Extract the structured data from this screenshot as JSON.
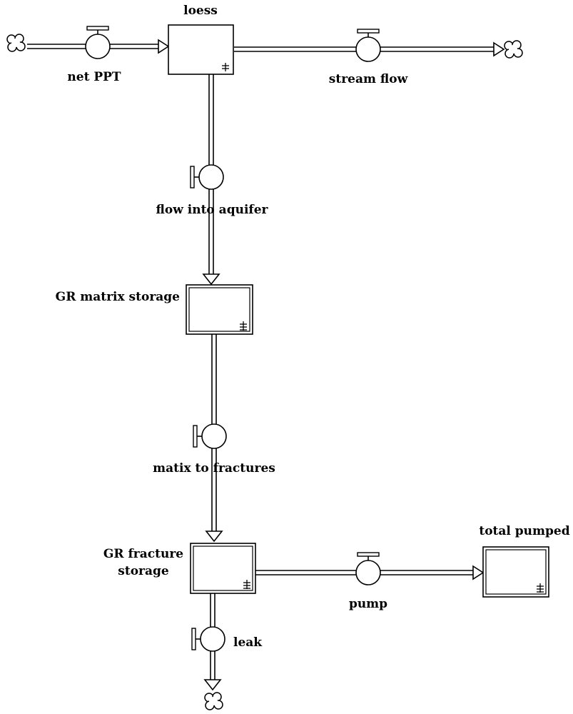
{
  "stocks": {
    "loess": {
      "label": "loess"
    },
    "gr_matrix_storage": {
      "label": "GR matrix storage"
    },
    "gr_fracture_storage": {
      "label_line1": "GR fracture",
      "label_line2": "storage"
    },
    "total_pumped": {
      "label": "total pumped"
    }
  },
  "flows": {
    "net_ppt": {
      "label": "net PPT"
    },
    "stream_flow": {
      "label": "stream flow"
    },
    "flow_into_aquifer": {
      "label": "flow into aquifer"
    },
    "matix_to_fractures": {
      "label": "matix to fractures"
    },
    "pump": {
      "label": "pump"
    },
    "leak": {
      "label": "leak"
    }
  },
  "colors": {
    "line": "#000000",
    "background": "#ffffff"
  }
}
